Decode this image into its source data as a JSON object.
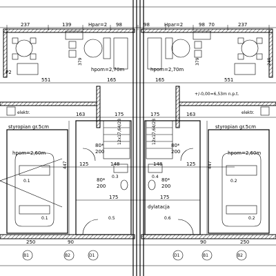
{
  "upper_rooms": {
    "left": {
      "hpom": "Hpar=2",
      "height": "hpom=2,70m",
      "room_tag": "P2"
    },
    "right": {
      "hpom": "Hpar=2",
      "height": "hpom=2,70m"
    }
  },
  "level_note": "+/-0,00=6,53m n.p.t.",
  "boiler_labels": [
    "elektr.",
    "elektr."
  ],
  "insulation_labels": [
    "styropian gr.5cm",
    "styropian gr.5cm"
  ],
  "garage_heights": [
    "hpom=2,60m",
    "hpom=2,60m"
  ],
  "stair_labels": [
    "12x17,64/28",
    "12x17,64/28"
  ],
  "door_labels": [
    "80*",
    "200",
    "80*",
    "200",
    "80*",
    "200",
    "80*",
    "200"
  ],
  "dylatacja": "dylatacja",
  "room_tags": [
    "0.1",
    "0.2",
    "0.3",
    "0.4",
    "0.5",
    "0.6",
    "0.1",
    "0.2"
  ],
  "section_marks": [
    "B1",
    "B2",
    "D1",
    "D1",
    "B1",
    "B2"
  ],
  "dimensions": {
    "top": [
      "237",
      "139",
      "98",
      "98",
      "98",
      "70",
      "237"
    ],
    "row2": [
      "551",
      "165",
      "165",
      "551"
    ],
    "row3": [
      "163",
      "175",
      "175",
      "163"
    ],
    "row4": [
      "125",
      "148",
      "148",
      "125"
    ],
    "row5": [
      "175",
      "175"
    ],
    "bottom": [
      "250",
      "90",
      "90",
      "250"
    ],
    "vertical": [
      "447",
      "447",
      "379",
      "379",
      "240"
    ]
  }
}
